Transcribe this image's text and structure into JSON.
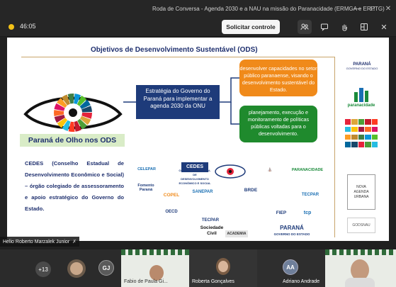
{
  "window": {
    "title": "Roda de Conversa - Agenda 2030 e a NAU na missão do Paranacidade (ERMGA e ERPTG)"
  },
  "toolbar": {
    "timer": "46:05",
    "request_control_label": "Solicitar controle",
    "icons": [
      "people-icon",
      "chat-icon",
      "raise-hand-icon",
      "rooms-icon",
      "close-icon"
    ]
  },
  "slide": {
    "title": "Objetivos de Desenvolvimento Sustentável (ODS)",
    "center_box": "Estratégia do Governo do Paraná para implementar a agenda 2030 da ONU",
    "orange_box": "desenvolver capacidades no setor público paranaense, visando o desenvolvimento sustentável do Estado.",
    "green_box": "planejamento, execução e monitoramento de políticas públicas voltadas para o desenvolvimento.",
    "ods_label": "Paraná de Olho nos ODS",
    "cedes_text": "CEDES (Conselho Estadual de Desenvolvimento Econômico e Social) – órgão colegiado de assessoramento e apoio estratégico do Governo do Estado.",
    "logos": {
      "celepar": "CELEPAR",
      "cedes": "CEDES",
      "cedes_sub": "CONSELHO ESTADUAL DE DESENVOLVIMENTO ECONÔMICO E SOCIAL",
      "paranacidade": "PARANACIDADE",
      "fomento": "Fomento Paraná",
      "copel": "COPEL",
      "sanepar": "SANEPAR",
      "bpde": "BRDE",
      "tecpar": "TECPAR",
      "oecd": "OECD",
      "fiep": "FIEP",
      "tcp": "tcp",
      "sociedade": "Sociedade Civil",
      "academia": "ACADEMIA",
      "parana_gov": "PARANÁ",
      "parana_gov_sub": "GOVERNO DO ESTADO"
    },
    "sidebar": {
      "parana": "PARANÁ",
      "parana_sub": "GOVERNO DO ESTADO",
      "paranacidade": "paranacidade",
      "book_lines": [
        "NOVA",
        "AGENDA",
        "URBANA"
      ],
      "godsnau": "GODSNAU"
    }
  },
  "presenter": {
    "name": "Helio Roberto Marzalek Junior"
  },
  "gallery": {
    "more_count": "+13",
    "initials_gj": "GJ",
    "participant_1": "Fabio de Paula Gi...",
    "participant_2": "Roberta Gonçalves",
    "participant_3_initials": "AA",
    "participant_3": "Adriano Andrade"
  },
  "colors": {
    "navy": "#1e3b7a",
    "orange": "#f08a1a",
    "green": "#1f8a2d",
    "accent_yellow": "#f3c117"
  }
}
